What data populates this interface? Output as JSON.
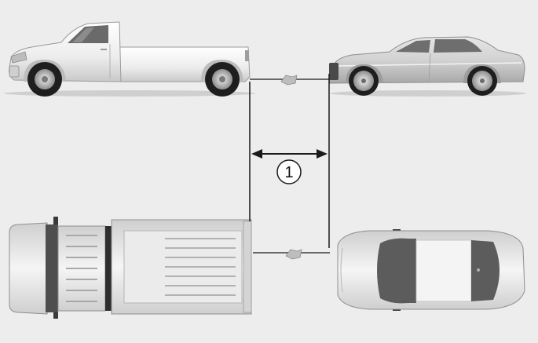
{
  "diagram": {
    "callout_label": "1",
    "colors": {
      "background": "#eeeded",
      "line": "#1a1a1a",
      "body_light": "#f7f7f7",
      "body_mid": "#d9d9d9",
      "body_dark": "#9a9a9a",
      "tire": "#1e1e1e",
      "glass": "#5c5c5c"
    },
    "items": [
      "pickup-truck-side-view",
      "sedan-side-view",
      "pickup-truck-top-view",
      "sedan-top-view",
      "distance-dimension-arrow"
    ]
  }
}
